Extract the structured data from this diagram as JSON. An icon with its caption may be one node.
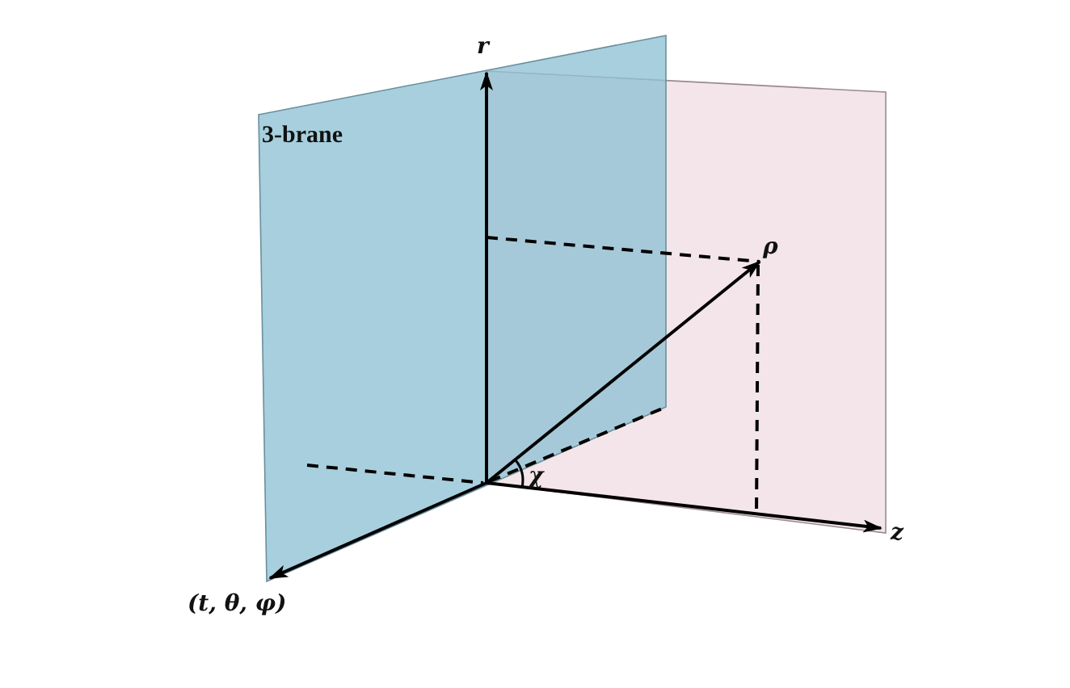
{
  "diagram": {
    "nodes": [
      {
        "text": [
          "3-brane"
        ]
      }
    ],
    "labels": [
      "r",
      "ρ",
      "χ",
      "z",
      "(t, θ, φ)"
    ]
  }
}
